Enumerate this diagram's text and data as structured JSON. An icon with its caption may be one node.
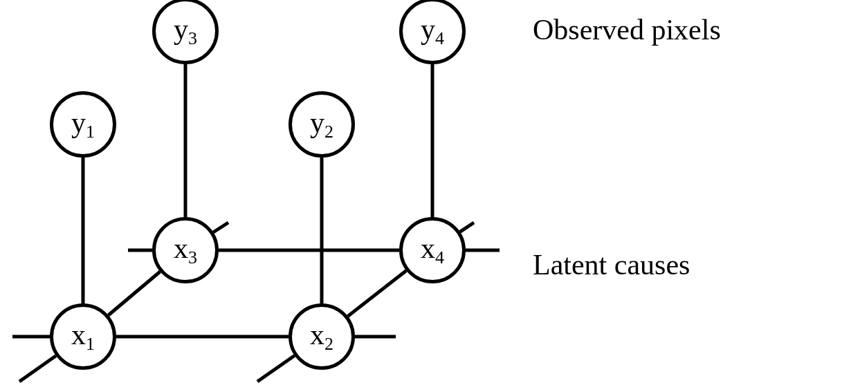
{
  "diagram": {
    "nodes": [
      {
        "text": [
          "y$_{1}$"
        ]
      },
      {
        "text": [
          "y$_{2}$"
        ]
      },
      {
        "text": [
          "y$_{3}$"
        ]
      },
      {
        "text": [
          "y$_{4}$"
        ]
      },
      {
        "text": [
          "x$_{1}$"
        ]
      },
      {
        "text": [
          "x$_{2}$"
        ]
      },
      {
        "text": [
          "x$_{3}$"
        ]
      },
      {
        "text": [
          "x$_{4}$"
        ]
      }
    ],
    "edges": [
      {
        "from": 0,
        "to": 4,
        "arrow": "none"
      },
      {
        "from": 1,
        "to": 5,
        "arrow": "none"
      },
      {
        "from": 2,
        "to": 6,
        "arrow": "none"
      },
      {
        "from": 3,
        "to": 7,
        "arrow": "none"
      },
      {
        "from": 4,
        "to": 5,
        "arrow": "none"
      },
      {
        "from": 6,
        "to": 7,
        "arrow": "none"
      },
      {
        "from": 4,
        "to": 6,
        "arrow": "none"
      },
      {
        "from": 5,
        "to": 7,
        "arrow": "none"
      },
      {
        "from": 4,
        "to": null,
        "arrow": "none"
      },
      {
        "from": 4,
        "to": null,
        "arrow": "none"
      },
      {
        "from": 5,
        "to": null,
        "arrow": "none"
      },
      {
        "from": 5,
        "to": null,
        "arrow": "none"
      },
      {
        "from": 6,
        "to": null,
        "arrow": "none"
      },
      {
        "from": 6,
        "to": null,
        "arrow": "none"
      },
      {
        "from": 7,
        "to": null,
        "arrow": "none"
      },
      {
        "from": 7,
        "to": null,
        "arrow": "none"
      }
    ],
    "labels": [
      "Observed pixels",
      "Latent causes"
    ]
  }
}
